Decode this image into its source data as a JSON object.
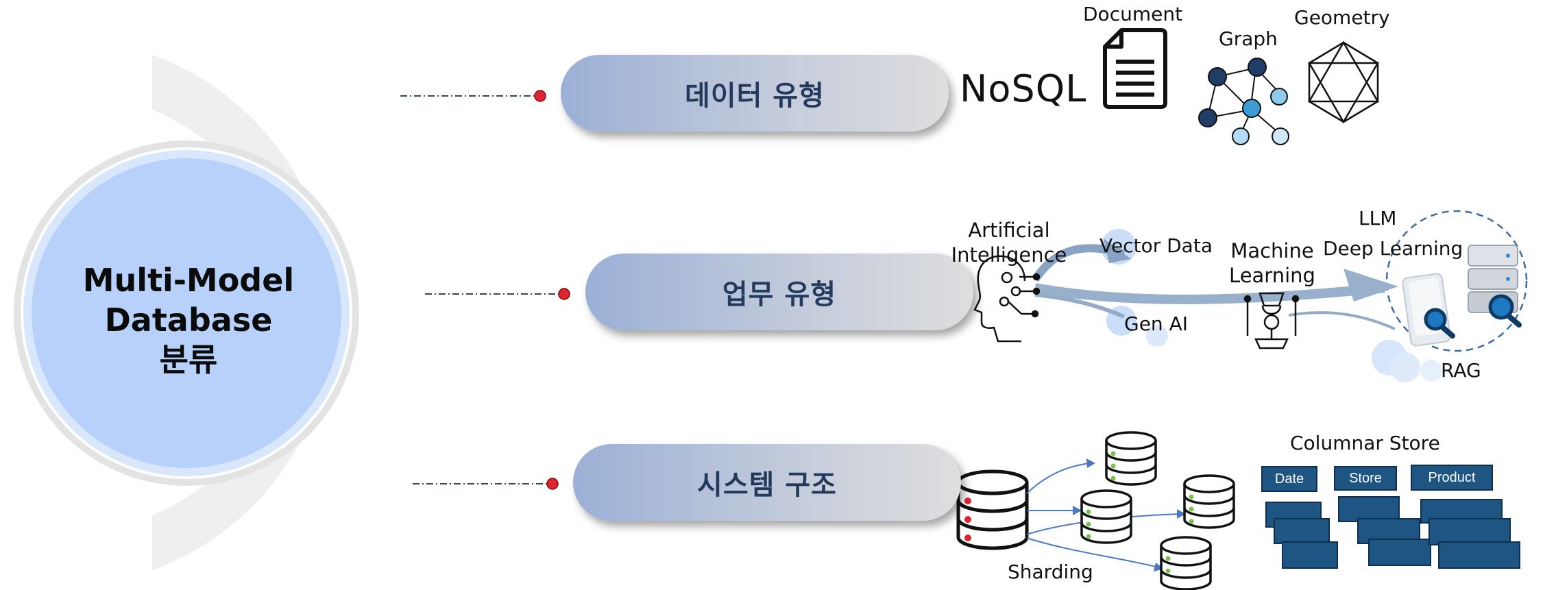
{
  "center": {
    "line1": "Multi-Model",
    "line2": "Database",
    "line3": "분류"
  },
  "categories": [
    {
      "label": "데이터 유형"
    },
    {
      "label": "업무 유형"
    },
    {
      "label": "시스템 구조"
    }
  ],
  "data_type": {
    "nosql": "NoSQL",
    "document": "Document",
    "graph": "Graph",
    "geometry": "Geometry"
  },
  "work_type": {
    "ai_line1": "Artificial",
    "ai_line2": "Intelligence",
    "vector": "Vector Data",
    "genai": "Gen AI",
    "ml_line1": "Machine",
    "ml_line2": "Learning",
    "llm": "LLM",
    "deep_learning": "Deep Learning",
    "rag": "RAG"
  },
  "system": {
    "sharding": "Sharding",
    "columnar_title": "Columnar Store",
    "columns": [
      "Date",
      "Store",
      "Product"
    ]
  },
  "colors": {
    "pill_left": "#9bb0d6",
    "pill_text": "#243a5c",
    "circle_fill": "#b7d1fa",
    "connector_dot": "#e0232e",
    "column_blue": "#1f5583",
    "graph_dark": "#1f3d66",
    "graph_mid": "#4aa3d6",
    "graph_light": "#aad4f0"
  }
}
